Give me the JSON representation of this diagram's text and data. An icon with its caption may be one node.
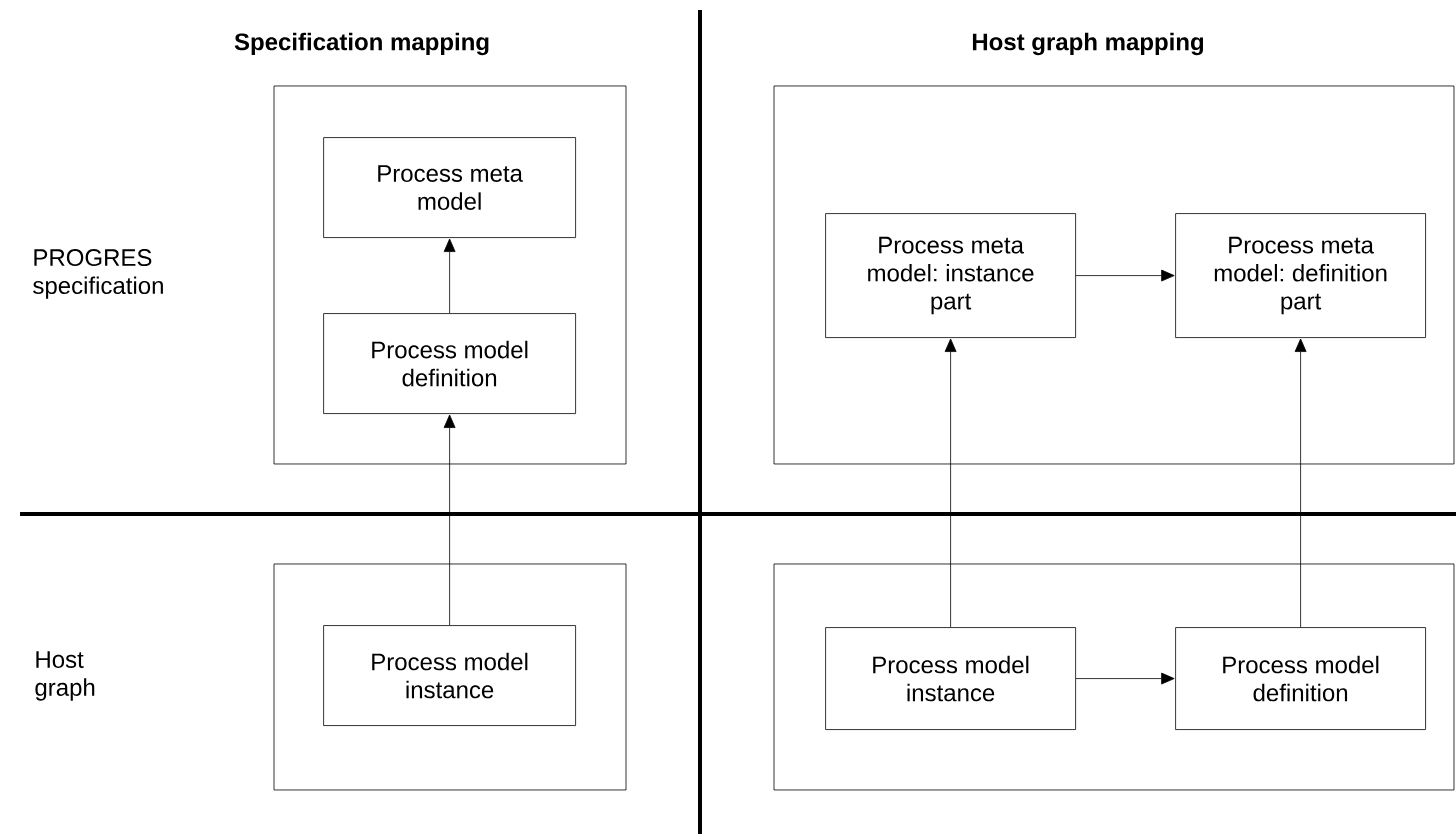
{
  "diagram": {
    "nodes": [
      {
        "text": [],
        "shape": "box"
      },
      {
        "text": [
          "Process meta model"
        ],
        "in": 0
      },
      {
        "text": [
          "Process model definition"
        ],
        "in": 0
      },
      {
        "text": [],
        "shape": "box"
      },
      {
        "text": [
          "Process model instance"
        ],
        "in": 3
      },
      {
        "text": [],
        "shape": "box"
      },
      {
        "text": [
          "Process meta model: instance part"
        ],
        "in": 5
      },
      {
        "text": [
          "Process meta model: definition part"
        ],
        "in": 5
      },
      {
        "text": [],
        "shape": "box"
      },
      {
        "text": [
          "Process model instance"
        ],
        "in": 8
      },
      {
        "text": [
          "Process model definition"
        ],
        "in": 8
      }
    ],
    "edges": [
      {
        "from": 2,
        "to": 1,
        "arrow": "to"
      },
      {
        "from": 4,
        "to": 2,
        "arrow": "to"
      },
      {
        "from": 6,
        "to": 7,
        "arrow": "to"
      },
      {
        "from": 9,
        "to": 6,
        "arrow": "to"
      },
      {
        "from": 10,
        "to": 7,
        "arrow": "to"
      },
      {
        "from": 9,
        "to": 10,
        "arrow": "to"
      }
    ],
    "labels": [
      "Specification mapping",
      "Host graph mapping",
      "PROGRES specification",
      "Host graph"
    ]
  }
}
